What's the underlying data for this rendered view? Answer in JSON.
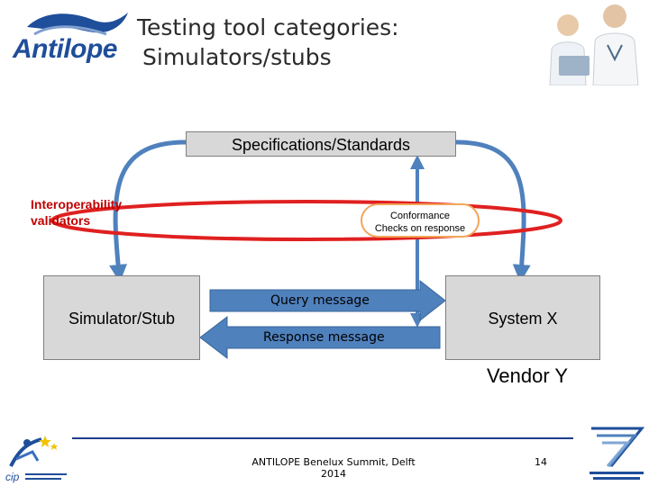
{
  "header": {
    "logo_text": "Antilope",
    "title_line1": "Testing tool categories:",
    "title_line2": "Simulators/stubs"
  },
  "diagram": {
    "spec_box": "Specifications/Standards",
    "simulator_box": "Simulator/Stub",
    "system_box": "System X",
    "vendor_label": "Vendor Y",
    "interop_line1": "Interoperability",
    "interop_line2": "validators",
    "conformance_line1": "Conformance",
    "conformance_line2": "Checks on response",
    "query_label": "Query message",
    "response_label": "Response message"
  },
  "footer": {
    "text": "ANTILOPE Benelux Summit, Delft 2014",
    "page_number": "14"
  },
  "colors": {
    "arrow_blue": "#4f81bd",
    "ellipse_red": "#e02020",
    "box_gray": "#d8d8d8",
    "footer_blue": "#1f3d8a"
  }
}
